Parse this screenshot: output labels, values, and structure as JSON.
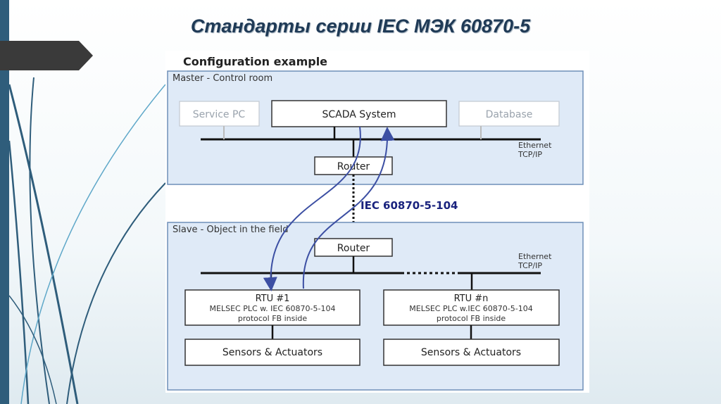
{
  "slide": {
    "title": "Стандарты серии IEC МЭК 60870-5"
  },
  "diagram": {
    "heading": "Configuration example",
    "master": {
      "label": "Master - Control room",
      "service_pc": "Service PC",
      "scada": "SCADA System",
      "database": "Database",
      "network": [
        "Ethernet",
        "TCP/IP"
      ],
      "router": "Router"
    },
    "link_protocol": "IEC 60870-5-104",
    "slave": {
      "label": "Slave - Object in the field",
      "router": "Router",
      "network": [
        "Ethernet",
        "TCP/IP"
      ],
      "rtu1": {
        "title": "RTU #1",
        "line1": "MELSEC PLC w. IEC 60870-5-104",
        "line2": "protocol FB inside"
      },
      "rtun": {
        "title": "RTU #n",
        "line1": "MELSEC PLC w.IEC 60870-5-104",
        "line2": "protocol FB inside"
      },
      "sensors1": "Sensors & Actuators",
      "sensorsn": "Sensors & Actuators"
    }
  },
  "colors": {
    "sidebar": "#2f5d7b",
    "title": "#1f3a56",
    "zone_fill": "#dfeaf7",
    "arrow": "#3c4fa3",
    "faded_text": "#9aa3ad"
  }
}
